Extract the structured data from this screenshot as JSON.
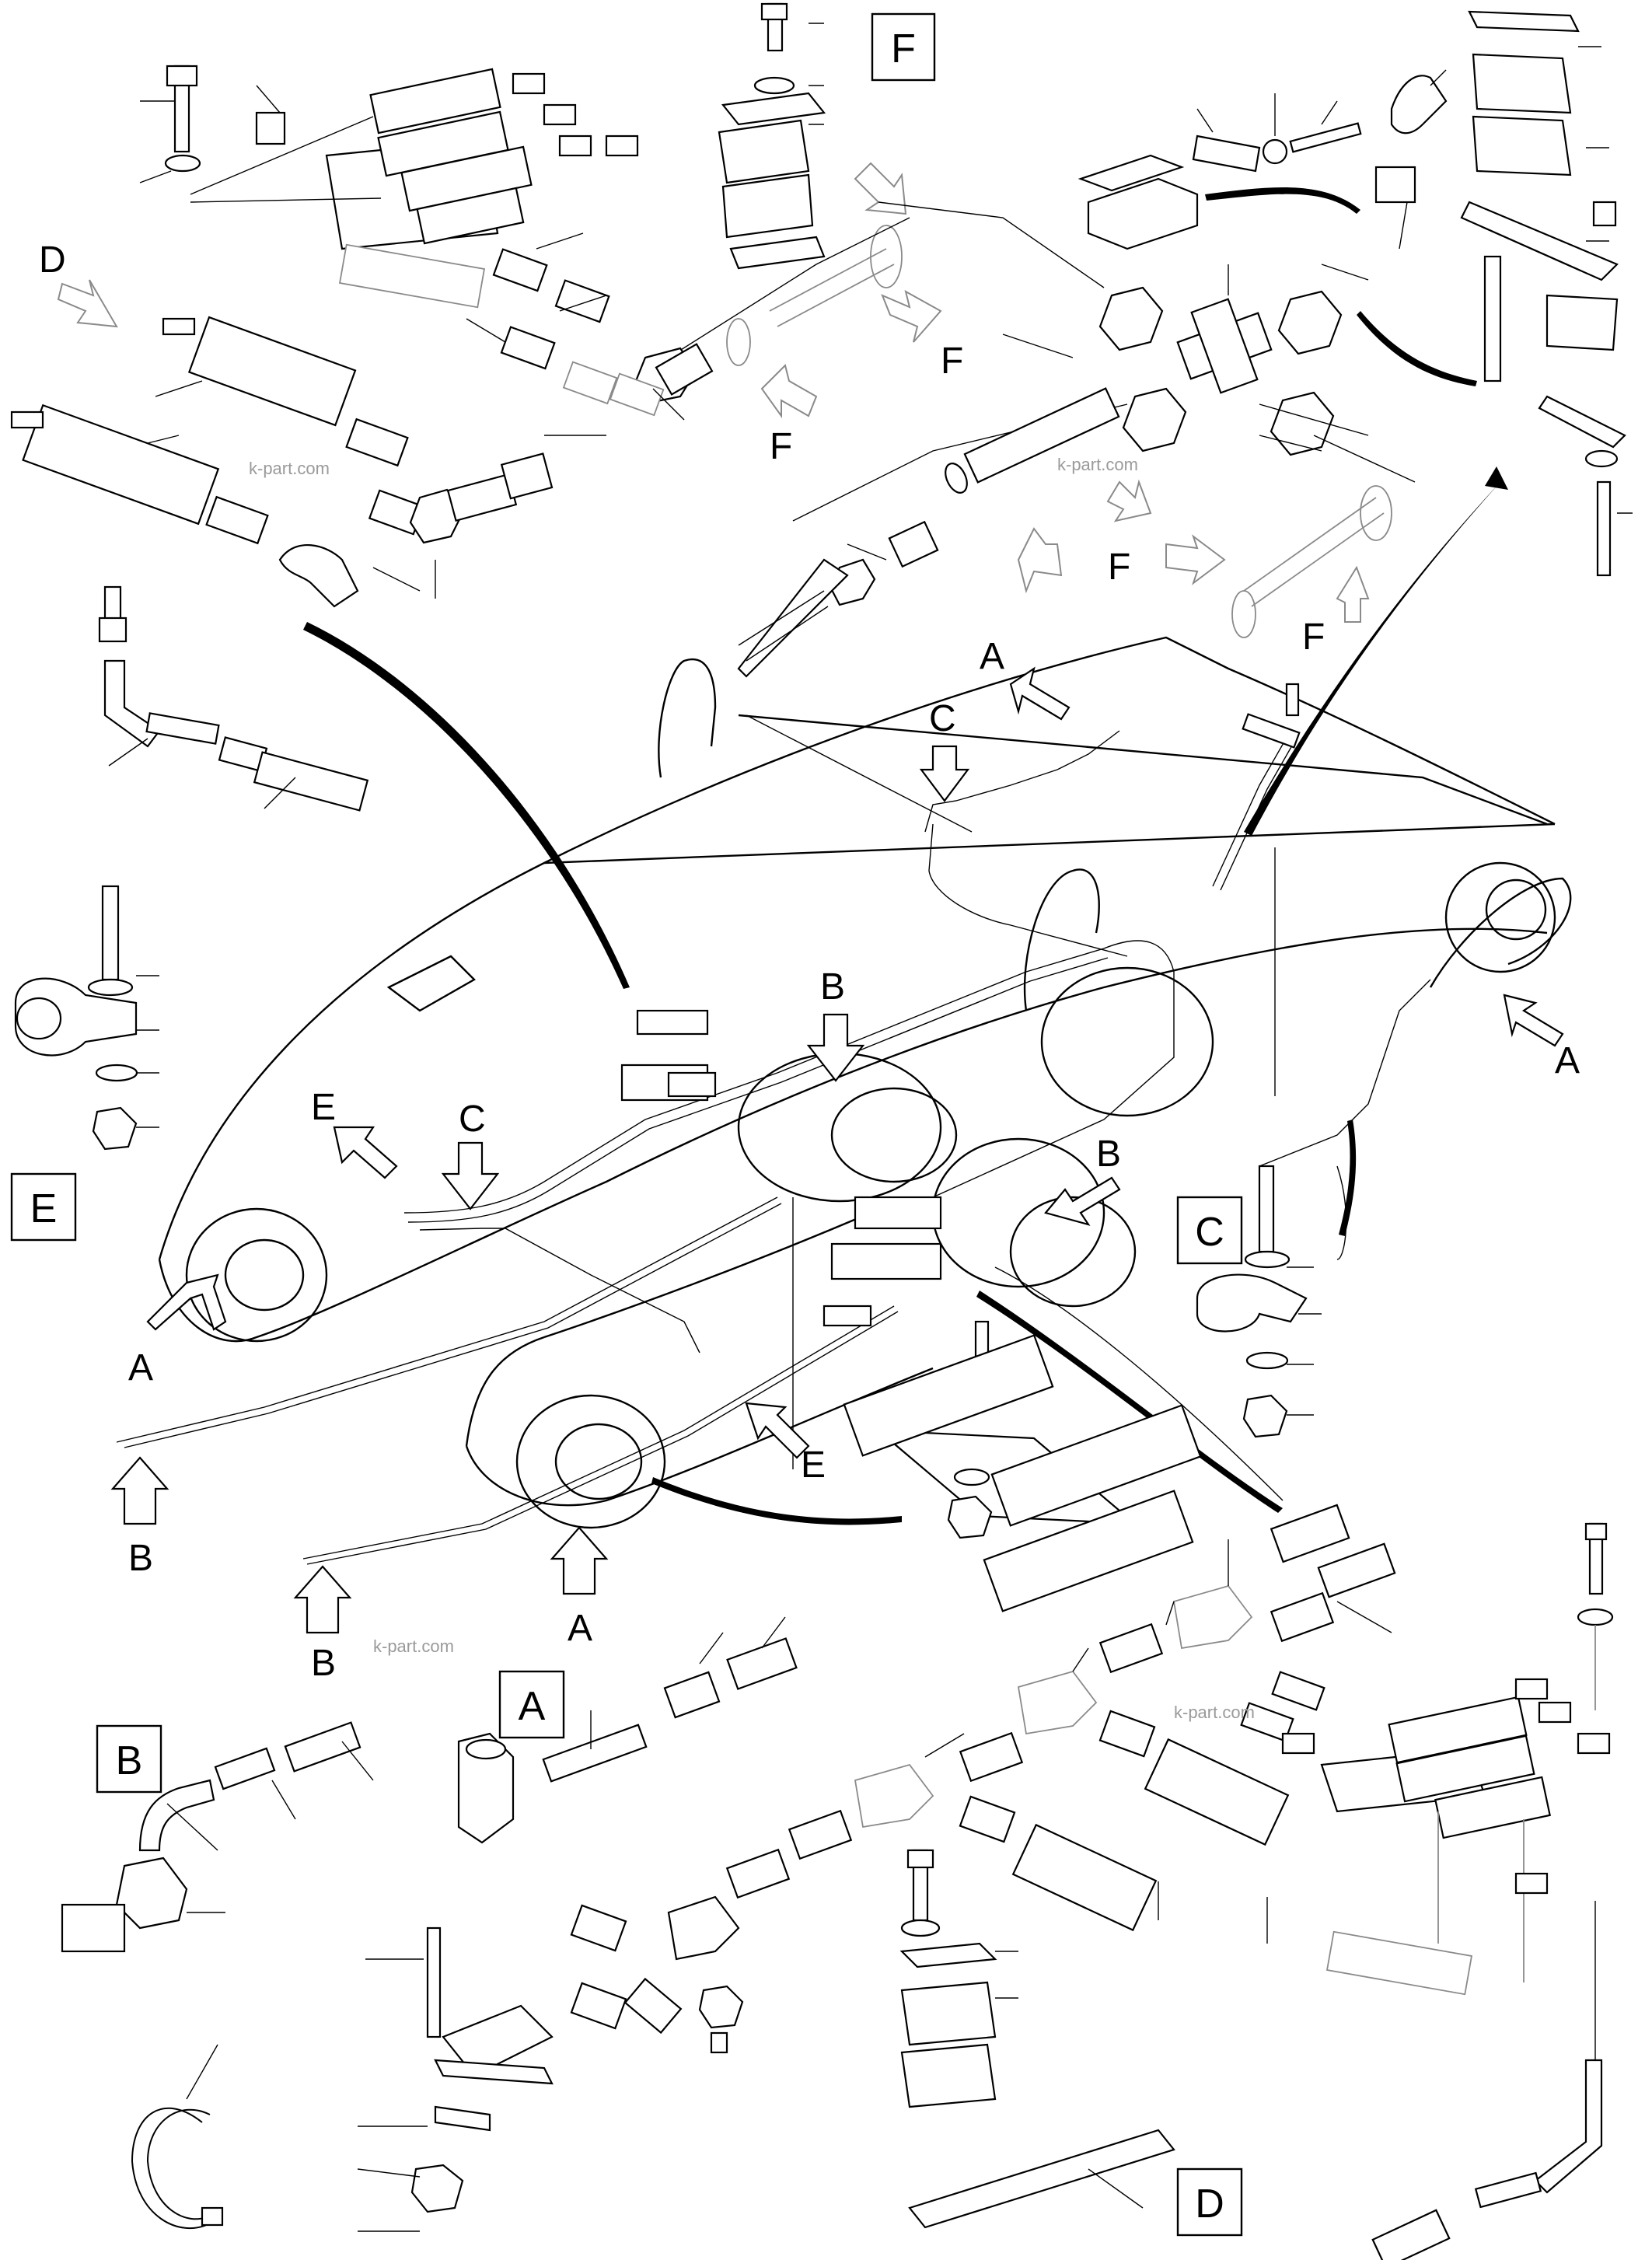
{
  "labels": {
    "F": "F",
    "D": "D",
    "A": "A",
    "B": "B",
    "C": "C",
    "E": "E"
  },
  "watermark": "k-part.com",
  "colors": {
    "line": "#000000",
    "ghost": "#8a8a8a",
    "background": "#ffffff"
  }
}
